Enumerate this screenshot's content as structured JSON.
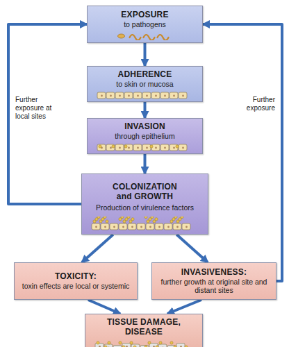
{
  "diagram": {
    "nodes": [
      {
        "text": [
          "EXPOSURE",
          "to pathogens"
        ]
      },
      {
        "text": [
          "ADHERENCE",
          "to skin or mucosa"
        ]
      },
      {
        "text": [
          "INVASION",
          "through epithelium"
        ]
      },
      {
        "text": [
          "COLONIZATION and GROWTH",
          "Production of virulence factors"
        ]
      },
      {
        "text": [
          "TOXICITY:",
          "toxin effects are local or systemic"
        ]
      },
      {
        "text": [
          "INVASIVENESS:",
          "further growth at original site and distant sites"
        ]
      },
      {
        "text": [
          "TISSUE DAMAGE, DISEASE"
        ]
      }
    ],
    "edges": [
      {
        "from": 0,
        "to": 1,
        "arrow": "to"
      },
      {
        "from": 1,
        "to": 2,
        "arrow": "to"
      },
      {
        "from": 2,
        "to": 3,
        "arrow": "to"
      },
      {
        "from": 3,
        "to": 4,
        "arrow": "to"
      },
      {
        "from": 3,
        "to": 5,
        "arrow": "to"
      },
      {
        "from": 4,
        "to": 6,
        "arrow": "to"
      },
      {
        "from": 5,
        "to": 6,
        "arrow": "to"
      },
      {
        "from": 3,
        "to": 0,
        "label": "Further exposure at local sites",
        "arrow": "to"
      },
      {
        "from": 5,
        "to": 0,
        "label": "Further exposure",
        "arrow": "to"
      }
    ]
  }
}
